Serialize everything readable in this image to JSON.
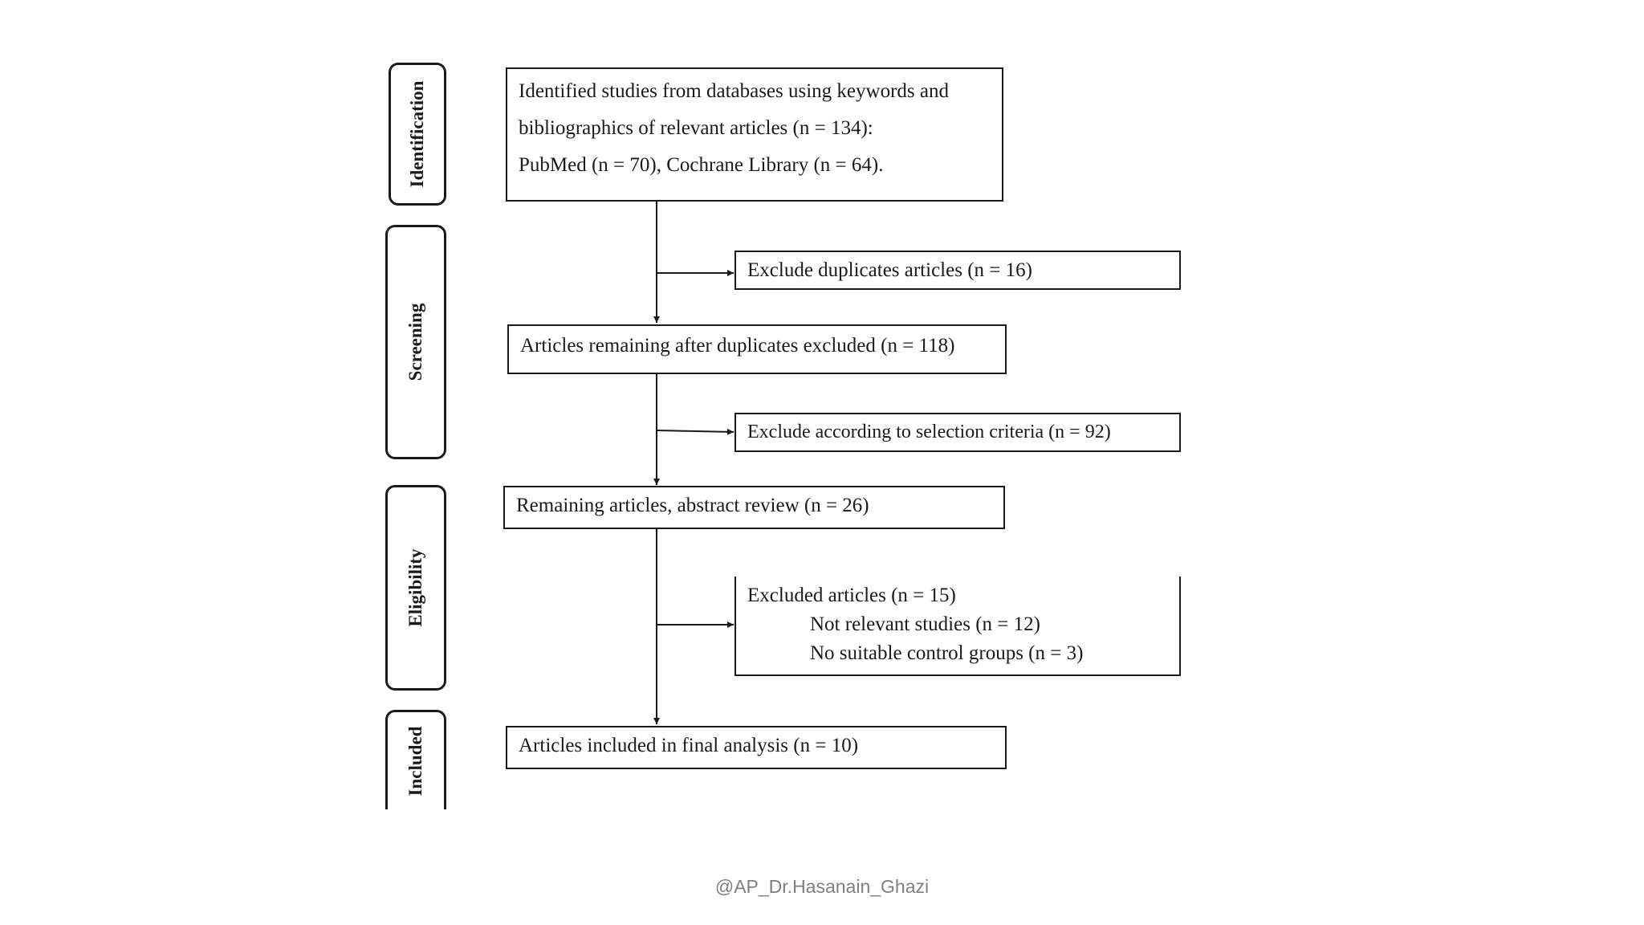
{
  "phases": {
    "identification": "Identification",
    "screening": "Screening",
    "eligibility": "Eligibility",
    "included": "Included"
  },
  "boxes": {
    "identified": {
      "line1": "Identified studies from databases using keywords and",
      "line2": "bibliographics of relevant articles (n = 134):",
      "line3": "PubMed (n = 70), Cochrane Library (n = 64)."
    },
    "exclude_duplicates": "Exclude duplicates articles (n = 16)",
    "remaining_after_duplicates": "Articles remaining after duplicates excluded (n = 118)",
    "exclude_selection": "Exclude according to selection criteria (n = 92)",
    "remaining_abstract": "Remaining articles, abstract review (n = 26)",
    "excluded_articles": {
      "title": "Excluded articles (n = 15)",
      "reason1": "Not relevant studies (n = 12)",
      "reason2": "No suitable control groups (n = 3)"
    },
    "included_final": "Articles included in final analysis (n = 10)"
  },
  "watermark": "@AP_Dr.Hasanain_Ghazi"
}
